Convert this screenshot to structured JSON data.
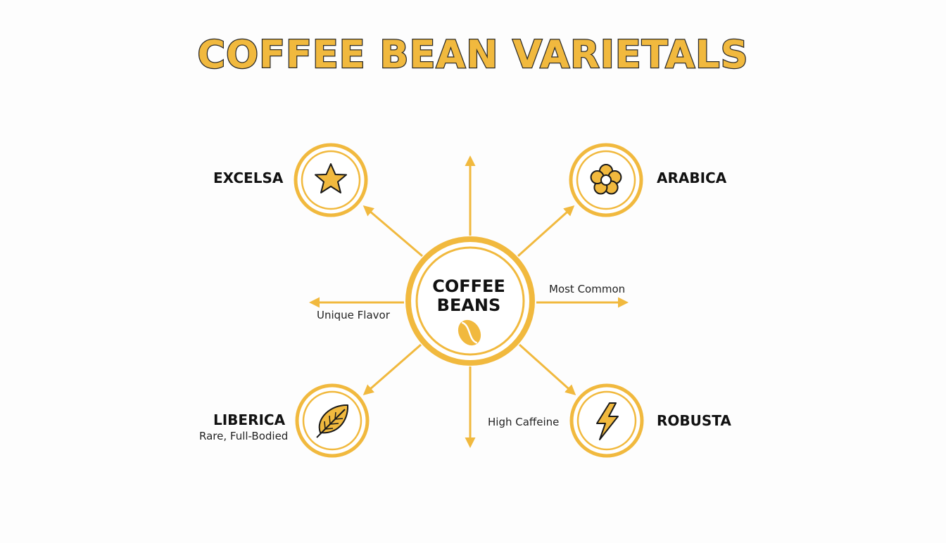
{
  "title": "COFFEE BEAN VARIETALS",
  "center": {
    "line1": "COFFEE",
    "line2": "BEANS",
    "icon": "coffee-bean-icon"
  },
  "nodes": {
    "excelsa": {
      "label": "EXCELSA",
      "icon": "star-icon"
    },
    "arabica": {
      "label": "ARABICA",
      "icon": "flower-icon"
    },
    "liberica": {
      "label": "LIBERICA",
      "sublabel": "Rare, Full-Bodied",
      "icon": "leaf-icon"
    },
    "robusta": {
      "label": "ROBUSTA",
      "icon": "lightning-icon"
    }
  },
  "edge_labels": {
    "left": "Unique Flavor",
    "right": "Most Common",
    "bottom": "High Caffeine"
  },
  "colors": {
    "accent": "#f1b93e",
    "outline": "#2a2a2a",
    "text": "#111111"
  }
}
